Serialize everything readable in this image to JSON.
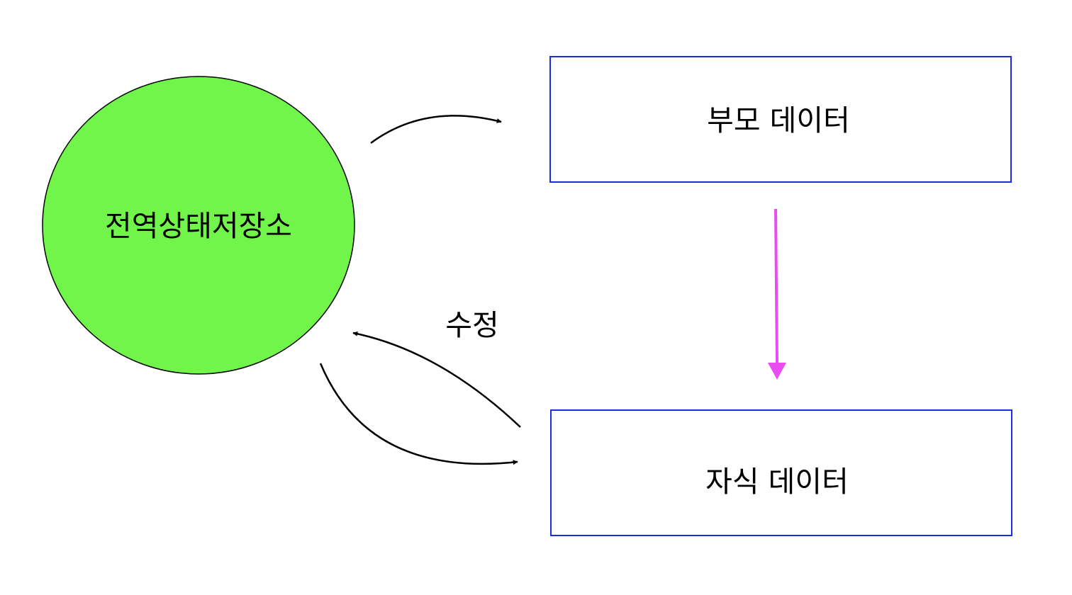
{
  "diagram": {
    "global_store": {
      "label": "전역상태저장소",
      "fill_color": "#72f54a",
      "stroke_color": "#000000"
    },
    "parent_box": {
      "label": "부모 데이터",
      "border_color": "#1a2ee0"
    },
    "child_box": {
      "label": "자식 데이터",
      "border_color": "#1a2ee0"
    },
    "edges": {
      "store_to_parent": {
        "from": "전역상태저장소",
        "to": "부모 데이터",
        "color": "#000000"
      },
      "parent_to_child": {
        "from": "부모 데이터",
        "to": "자식 데이터",
        "color": "#e94cf0"
      },
      "store_to_child": {
        "from": "전역상태저장소",
        "to": "자식 데이터",
        "color": "#000000"
      },
      "child_to_store": {
        "from": "자식 데이터",
        "to": "전역상태저장소",
        "label": "수정",
        "color": "#000000"
      }
    }
  }
}
